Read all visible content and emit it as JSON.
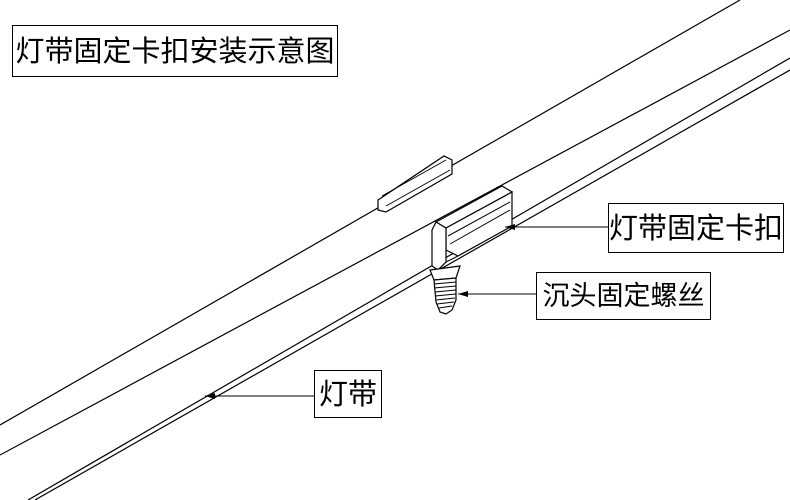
{
  "title": "灯带固定卡扣安装示意图",
  "labels": {
    "clip": "灯带固定卡扣",
    "screw": "沉头固定螺丝",
    "strip": "灯带"
  }
}
